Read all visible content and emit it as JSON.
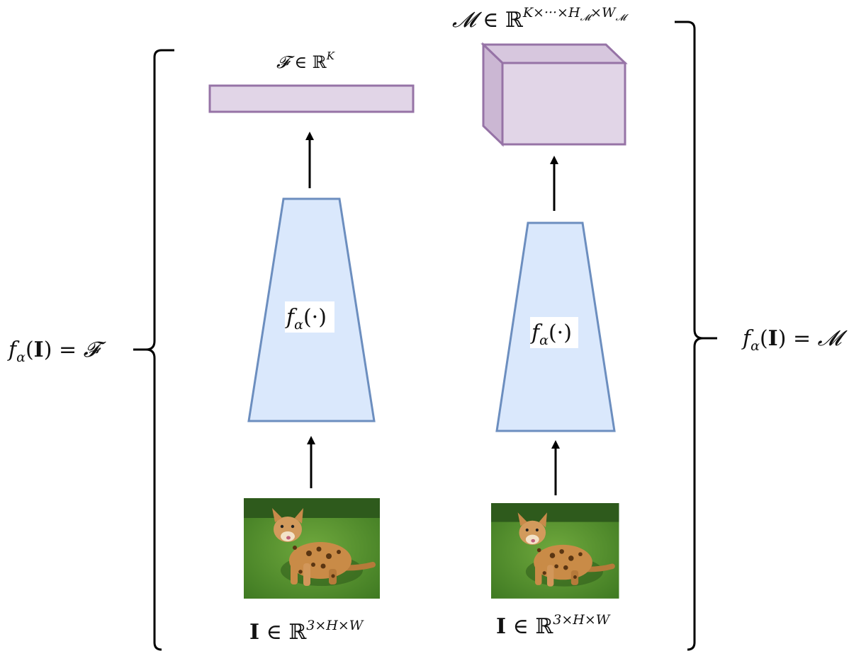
{
  "left_branch": {
    "output_label": {
      "sym": "𝓕",
      "rel": " ∈ ℝ",
      "sup": "K"
    },
    "encoder_label": {
      "f": "f",
      "sub": "α",
      "arg": "(·)"
    },
    "input_label": {
      "bold": "I",
      "rel": " ∈ ℝ",
      "sup": "3×H×W"
    }
  },
  "right_branch": {
    "output_label": {
      "sym": "𝓜",
      "rel": " ∈ ℝ",
      "sup": "K×···×H",
      "sup_sub1": "𝓜",
      "sup2": "×W",
      "sup_sub2": "𝓜"
    },
    "encoder_label": {
      "f": "f",
      "sub": "α",
      "arg": "(·)"
    },
    "input_label": {
      "bold": "I",
      "rel": " ∈ ℝ",
      "sup": "3×H×W"
    }
  },
  "left_equation": {
    "f": "f",
    "sub": "α",
    "open": "(",
    "bold": "I",
    "close": ") = ",
    "rhs": "𝓕"
  },
  "right_equation": {
    "f": "f",
    "sub": "α",
    "open": "(",
    "bold": "I",
    "close": ") = ",
    "rhs": "𝓜"
  },
  "colors": {
    "encoder_fill": "#dae8fc",
    "encoder_stroke": "#6c8ebf",
    "feature_fill": "#e1d5e7",
    "feature_stroke": "#9673a6",
    "arrow": "#000000"
  },
  "icons": [
    "cat-photo-icon"
  ]
}
